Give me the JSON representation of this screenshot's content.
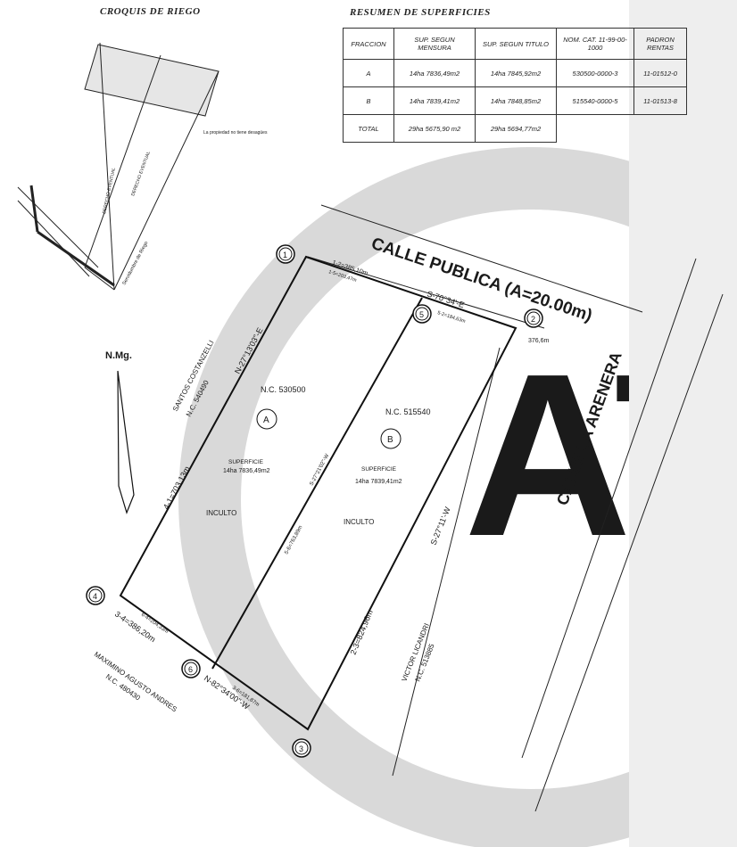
{
  "headers": {
    "croquis": "CROQUIS DE RIEGO",
    "resumen": "RESUMEN DE SUPERFICIES"
  },
  "table": {
    "columns": [
      "FRACCION",
      "SUP. SEGUN MENSURA",
      "SUP. SEGUN TITULO",
      "NOM. CAT. 11-99-00-1000",
      "PADRON RENTAS"
    ],
    "rows": [
      [
        "A",
        "14ha 7836,49m2",
        "14ha 7845,92m2",
        "530500-0000-3",
        "11-01512-0"
      ],
      [
        "B",
        "14ha 7839,41m2",
        "14ha 7848,85m2",
        "515540-0000-5",
        "11-01513-8"
      ],
      [
        "TOTAL",
        "29ha 5675,90 m2",
        "29ha 5694,77m2",
        "",
        ""
      ]
    ]
  },
  "plan": {
    "street_main": "CALLE PUBLICA (A=20.00m)",
    "street_side": "CALLE LA ARENERA",
    "north": "N.Mg.",
    "vertices": [
      "1",
      "2",
      "3",
      "4",
      "5",
      "6"
    ],
    "fraction_a": {
      "letter": "A",
      "nc": "N.C. 530500",
      "sup_label": "SUPERFICIE",
      "sup_value": "14ha 7836,49m2",
      "use": "INCULTO"
    },
    "fraction_b": {
      "letter": "B",
      "nc": "N.C. 515540",
      "sup_label": "SUPERFICIE",
      "sup_value": "14ha 7839,41m2",
      "use": "INCULTO"
    },
    "edges": {
      "e12": "1-2=385,10m",
      "e15": "1-5=203,47m",
      "e52": "5-2=184,63m",
      "bear52": "S-70°34'-E",
      "e14": "4-1=703,13m",
      "bear14": "N-27°13'03\"-E",
      "e43": "3-4=386,20m",
      "bear43": "N-82°34'00\"-W",
      "e23": "2-3=824,96m",
      "bear23": "S-27°11'-W",
      "e56": "5-6=763,89m",
      "bear56": "S-27°21'02\"-W",
      "e36": "3-6=181,87m",
      "e64": "6-4=204,33m",
      "dist": "376,6m"
    },
    "neighbors": {
      "west_name": "SANTOS COSTANZELLI",
      "west_nc": "N.C. 540490",
      "south_name": "MAXIMINO AGUSTO ANDRES",
      "south_nc": "N.C. 480430",
      "east_name": "VICTOR LICANDRI",
      "east_nc": "N.C. 513885"
    },
    "sketch": {
      "no_water": "La propiedad no tiene desagües",
      "servidumbre": "Servidumbre de Riego",
      "derecho_1": "DERECHO EVENTUAL",
      "derecho_2": "DERECHO EVENTUAL"
    },
    "watermark": "AT"
  }
}
